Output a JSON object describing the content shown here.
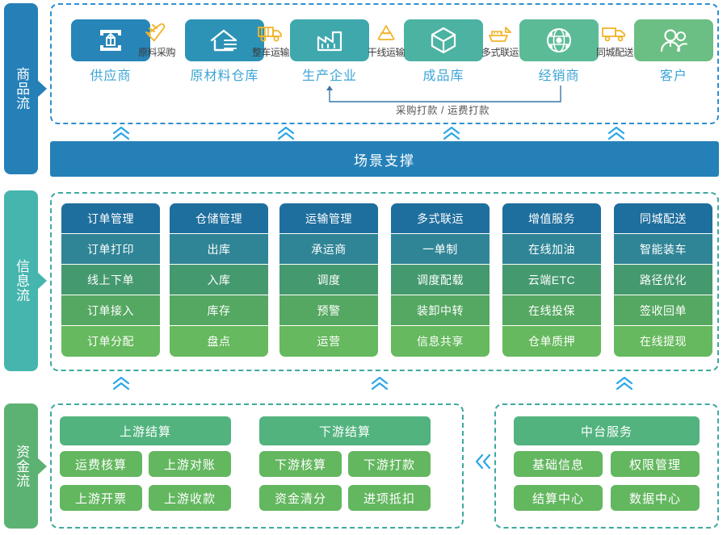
{
  "diagram": {
    "title": "供应链商品流/信息流/资金流架构图",
    "colors": {
      "blue": "#2580b8",
      "teal": "#45b5ae",
      "green": "#52b37e",
      "green_light": "#63b75f",
      "chevron": "#2aa7e8",
      "caption": "#3ba4d6",
      "dash_blue": "#2f8fd0",
      "dash_teal": "#3fa9a0",
      "link_icon": "#f0b429"
    },
    "lanes": [
      {
        "id": "goods",
        "label": "商品流",
        "color": "#2580b8"
      },
      {
        "id": "info",
        "label": "信息流",
        "color": "#45b5ae"
      },
      {
        "id": "money",
        "label": "资金流",
        "color": "#5cb273"
      }
    ]
  },
  "goods_flow": {
    "nodes": [
      {
        "caption": "供应商",
        "icon": "supplier-upload-icon",
        "color": "#2785b8"
      },
      {
        "caption": "原材料仓库",
        "icon": "warehouse-home-icon",
        "color": "#2d93b6"
      },
      {
        "caption": "生产企业",
        "icon": "factory-icon",
        "color": "#3fa8ad"
      },
      {
        "caption": "成品库",
        "icon": "cube-box-icon",
        "color": "#4cb3a3"
      },
      {
        "caption": "经销商",
        "icon": "globe-network-icon",
        "color": "#5cbb97"
      },
      {
        "caption": "客户",
        "icon": "customer-people-icon",
        "color": "#6cbf84"
      }
    ],
    "links": [
      {
        "label": "原料采购",
        "icon": "airplane-icon"
      },
      {
        "label": "整车运输",
        "icon": "truck-full-icon"
      },
      {
        "label": "干线运输",
        "icon": "recycle-arrows-icon"
      },
      {
        "label": "多式联运",
        "icon": "ship-icon"
      },
      {
        "label": "同城配送",
        "icon": "delivery-van-icon"
      }
    ],
    "payment_arrow_label": "采购打款 / 运费打款"
  },
  "scene_bar": {
    "label": "场景支撑"
  },
  "info_flow": {
    "columns": [
      {
        "head": "订单管理",
        "items": [
          "订单打印",
          "线上下单",
          "订单接入",
          "订单分配"
        ]
      },
      {
        "head": "仓储管理",
        "items": [
          "出库",
          "入库",
          "库存",
          "盘点"
        ]
      },
      {
        "head": "运输管理",
        "items": [
          "承运商",
          "调度",
          "预警",
          "运营"
        ]
      },
      {
        "head": "多式联运",
        "items": [
          "一单制",
          "调度配载",
          "装卸中转",
          "信息共享"
        ]
      },
      {
        "head": "增值服务",
        "items": [
          "在线加油",
          "云端ETC",
          "在线投保",
          "仓单质押"
        ]
      },
      {
        "head": "同城配送",
        "items": [
          "智能装车",
          "路径优化",
          "签收回单",
          "在线提现"
        ]
      }
    ]
  },
  "money_flow": {
    "left_group": {
      "heads": [
        "上游结算",
        "下游结算"
      ],
      "rows": [
        [
          "运费核算",
          "上游对账",
          "下游核算",
          "下游打款"
        ],
        [
          "上游开票",
          "上游收款",
          "资金清分",
          "进项抵扣"
        ]
      ]
    },
    "right_group": {
      "head": "中台服务",
      "rows": [
        [
          "基础信息",
          "权限管理"
        ],
        [
          "结算中心",
          "数据中心"
        ]
      ]
    }
  }
}
